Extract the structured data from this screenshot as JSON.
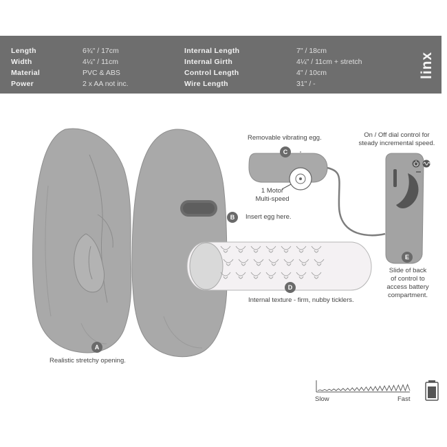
{
  "brand": "linx",
  "specs": {
    "left": [
      {
        "label": "Length",
        "value": "6¾\" / 17cm"
      },
      {
        "label": "Width",
        "value": "4¼\" / 11cm"
      },
      {
        "label": "Material",
        "value": "PVC & ABS"
      },
      {
        "label": "Power",
        "value": "2 x AA not inc."
      }
    ],
    "right": [
      {
        "label": "Internal Length",
        "value": "7\" / 18cm"
      },
      {
        "label": "Internal Girth",
        "value": "4¼\" / 11cm + stretch"
      },
      {
        "label": "Control Length",
        "value": "4\" / 10cm"
      },
      {
        "label": "Wire Length",
        "value": "31\" / -"
      }
    ]
  },
  "callouts": {
    "a": {
      "letter": "A",
      "text": "Realistic stretchy opening."
    },
    "b": {
      "letter": "B",
      "text": "Insert egg here."
    },
    "c": {
      "letter": "C",
      "text": "Removable vibrating egg."
    },
    "d": {
      "letter": "D",
      "text": "Internal texture - firm, nubby ticklers."
    },
    "e": {
      "letter": "E",
      "text_lines": [
        "Slide of back",
        "of control to",
        "access battery",
        "compartment."
      ]
    }
  },
  "motor_note": [
    "1 Motor",
    "Multi-speed"
  ],
  "dial_note": [
    "On / Off dial control for",
    "steady incremental speed."
  ],
  "speed_scale": {
    "slow": "Slow",
    "fast": "Fast"
  },
  "colors": {
    "banner": "#6e6e6e",
    "product": "#a9a9a9",
    "badge": "#6a6a6a"
  }
}
